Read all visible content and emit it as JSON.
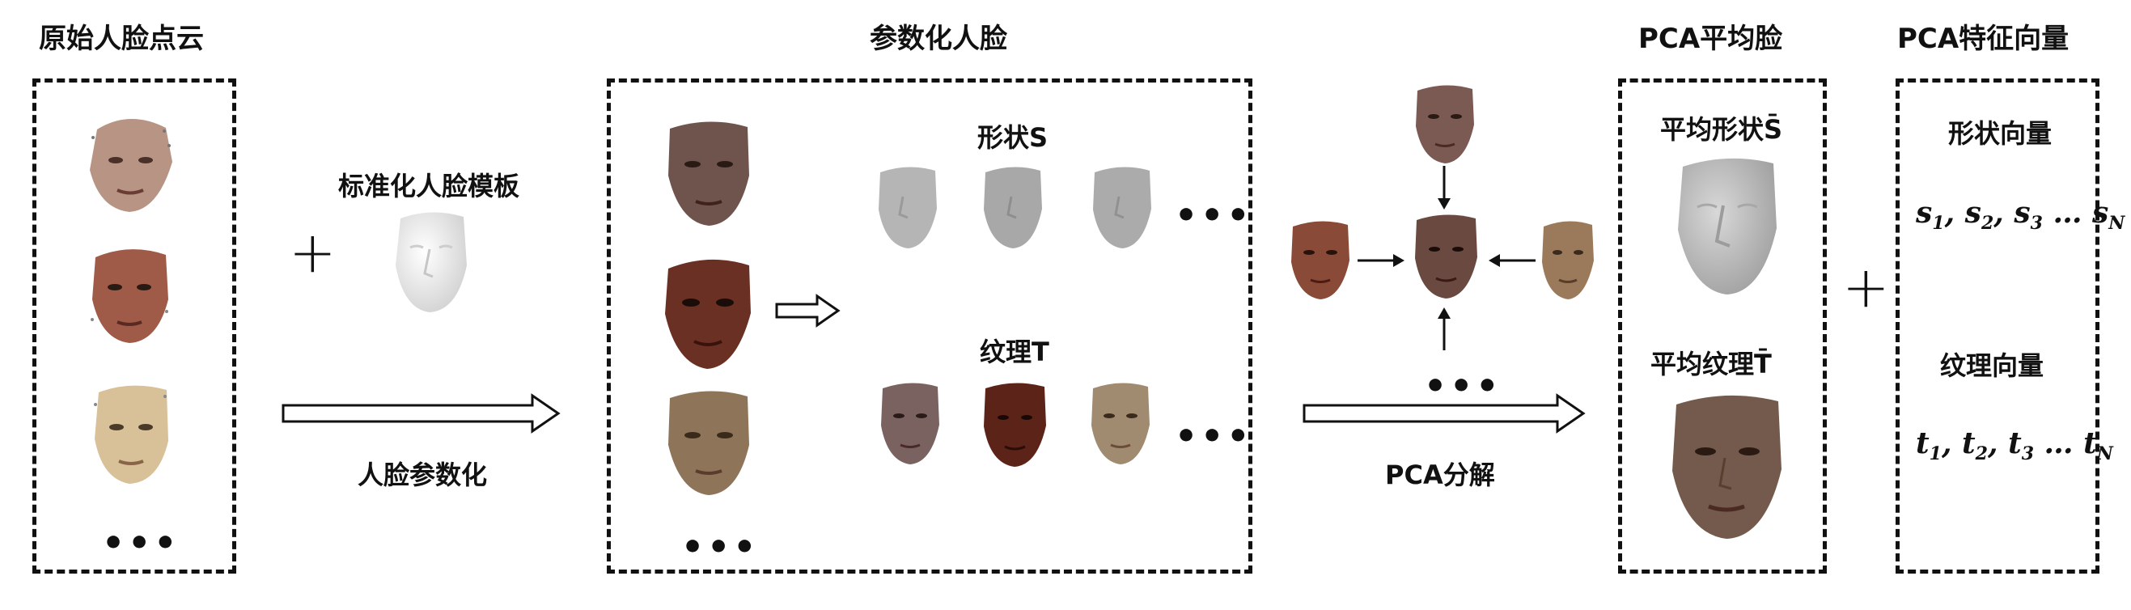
{
  "sections": {
    "raw_point_cloud": "原始人脸点云",
    "param_face": "参数化人脸",
    "pca_mean_face": "PCA平均脸",
    "pca_eigen": "PCA特征向量"
  },
  "labels": {
    "template": "标准化人脸模板",
    "parameterize": "人脸参数化",
    "shape": "形状S",
    "texture": "纹理T",
    "pca_decomp": "PCA分解",
    "mean_shape": "平均形状S̄",
    "mean_texture": "平均纹理T̄",
    "shape_vectors": "形状向量",
    "texture_vectors": "纹理向量"
  },
  "symbols": {
    "plus": "+",
    "ellipsis": "•••",
    "vec_shape": [
      "s",
      "1",
      ", ",
      "s",
      "2",
      ", ",
      "s",
      "3",
      " … ",
      "s",
      "N"
    ],
    "vec_texture": [
      "t",
      "1",
      ", ",
      "t",
      "2",
      ", ",
      "t",
      "3",
      " … ",
      "t",
      "N"
    ]
  },
  "colors": {
    "border": "#111111",
    "gray_face": "#b9b9b9",
    "gray_face_light": "#e4e4e4",
    "skin_dark": "#6a4a40",
    "skin_red": "#7a3a2c",
    "skin_light": "#c8a888",
    "skin_mid": "#8b6a58"
  }
}
